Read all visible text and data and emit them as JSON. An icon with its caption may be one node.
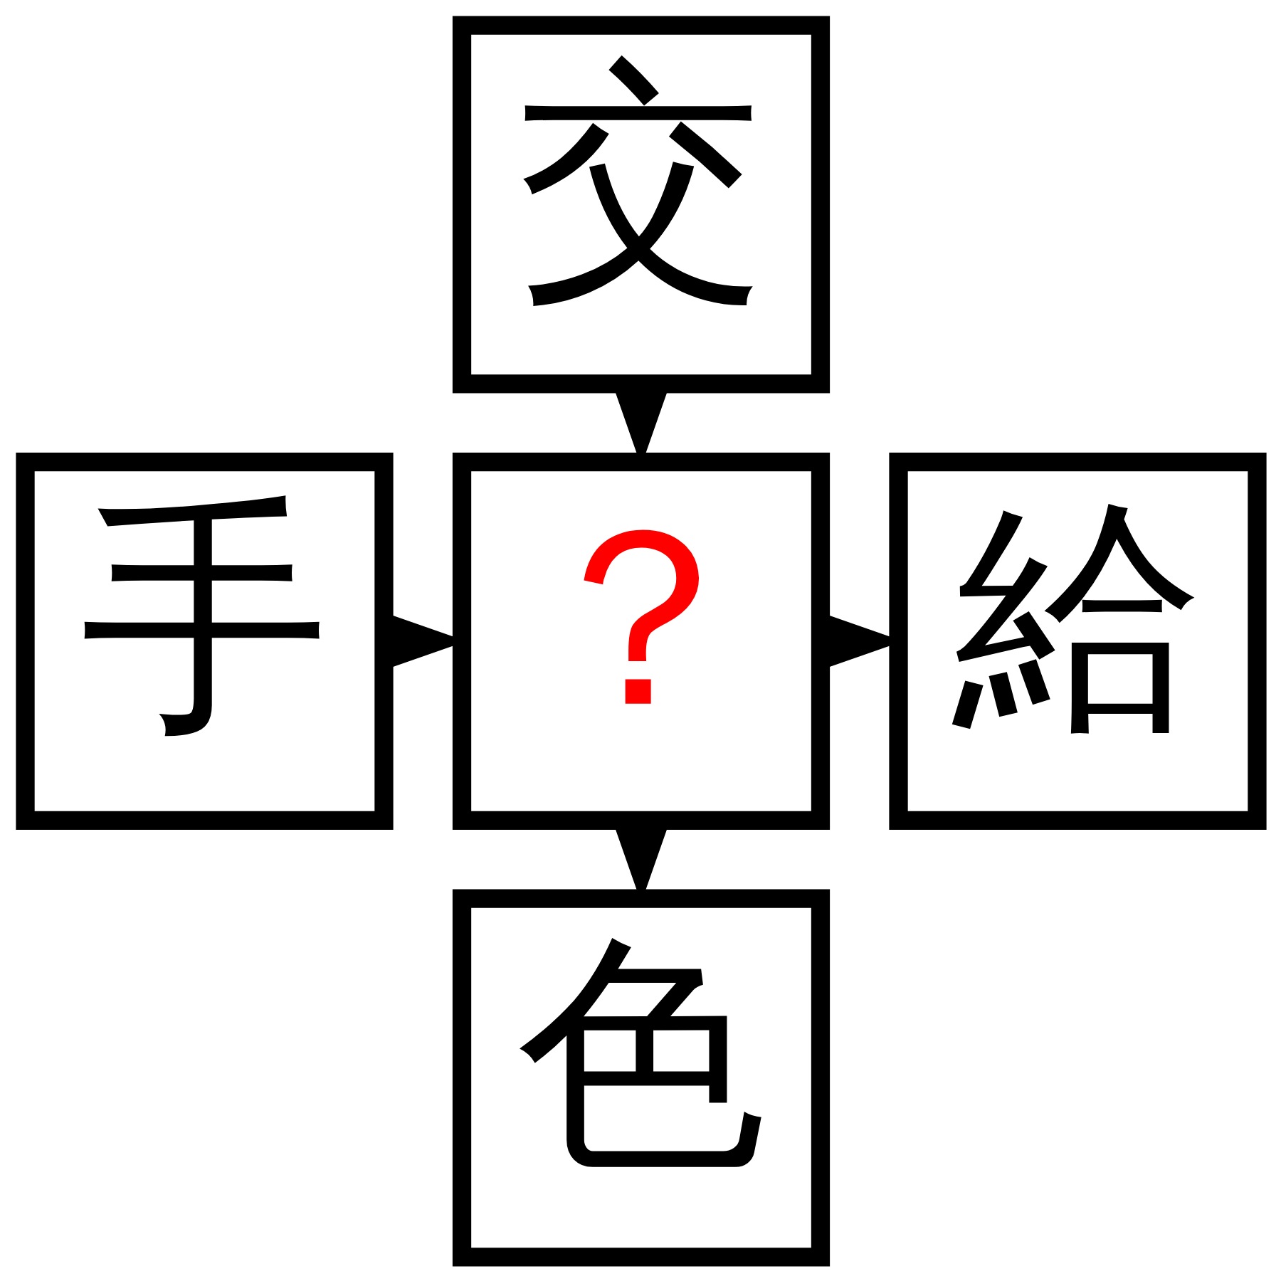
{
  "diagram": {
    "nodes": [
      {
        "text": [
          "交"
        ]
      },
      {
        "text": [
          "手"
        ]
      },
      {
        "text": [
          "？"
        ]
      },
      {
        "text": [
          "給"
        ]
      },
      {
        "text": [
          "色"
        ]
      }
    ],
    "edges": [
      {
        "from": 0,
        "to": 2,
        "arrow": "to"
      },
      {
        "from": 1,
        "to": 2,
        "arrow": "to"
      },
      {
        "from": 2,
        "to": 3,
        "arrow": "to"
      },
      {
        "from": 2,
        "to": 4,
        "arrow": "to"
      }
    ]
  }
}
